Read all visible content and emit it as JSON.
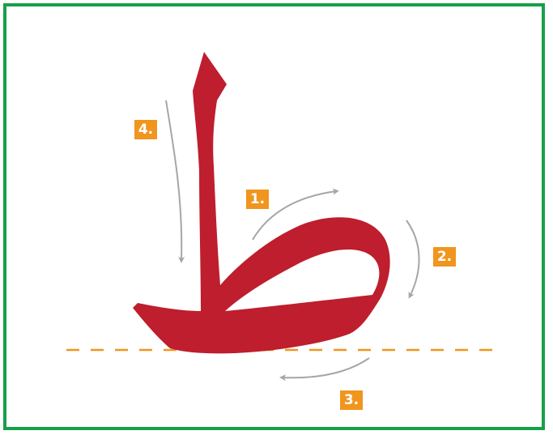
{
  "steps": [
    {
      "label": "1."
    },
    {
      "label": "2."
    },
    {
      "label": "3."
    },
    {
      "label": "4."
    }
  ],
  "colors": {
    "frame": "#17a04a",
    "letter": "#be1e2d",
    "baseline": "#f0951e",
    "badge": "#f0951e",
    "arrow": "#a6a6a6"
  }
}
